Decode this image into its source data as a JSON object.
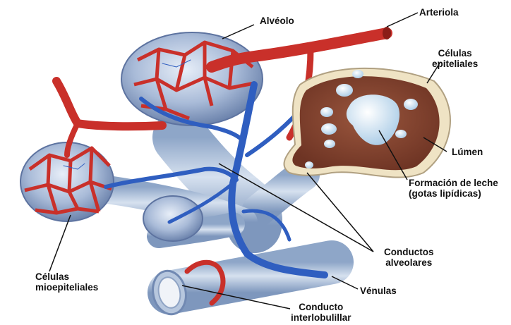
{
  "labels": {
    "alveolo": "Alvéolo",
    "arteriola": "Arteriola",
    "celulas_epiteliales": [
      "Células",
      "epiteliales"
    ],
    "lumen": "Lúmen",
    "formacion_leche": [
      "Formación de leche",
      "(gotas lipídicas)"
    ],
    "conductos_alveolares": [
      "Conductos",
      "alveolares"
    ],
    "venulas": "Vénulas",
    "conducto_interlobulillar": [
      "Conducto",
      "interlobulillar"
    ],
    "celulas_mioepiteliales": [
      "Células",
      "mioepiteliales"
    ]
  },
  "colors": {
    "artery": "#c9302a",
    "vein": "#2f5ec0",
    "duct": "#a9bcd6",
    "lumen": "#8a4a35",
    "epithelium": "#efe3c4"
  }
}
